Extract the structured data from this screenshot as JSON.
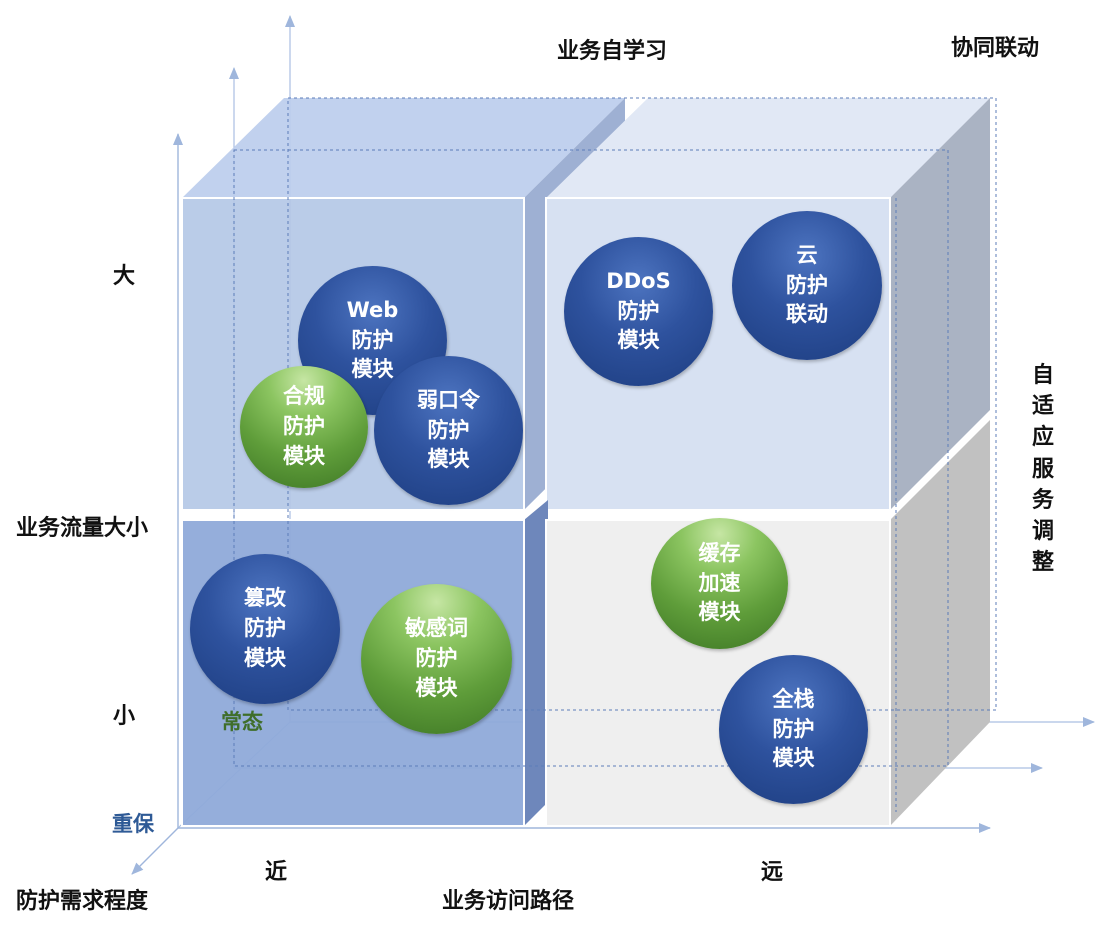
{
  "labels": {
    "top_center": "业务自学习",
    "top_right": "协同联动",
    "y_large": "大",
    "y_axis": "业务流量大小",
    "y_small": "小",
    "z_normal": "常态",
    "z_critical": "重保",
    "z_axis": "防护需求程度",
    "x_near": "近",
    "x_far": "远",
    "x_axis": "业务访问路径",
    "right_vertical": "自适应服务调整"
  },
  "modules": [
    {
      "lines": [
        "Web",
        "防护",
        "模块"
      ],
      "color": "blue"
    },
    {
      "lines": [
        "合规",
        "防护",
        "模块"
      ],
      "color": "green"
    },
    {
      "lines": [
        "弱口令",
        "防护",
        "模块"
      ],
      "color": "blue"
    },
    {
      "lines": [
        "DDoS",
        "防护",
        "模块"
      ],
      "color": "blue"
    },
    {
      "lines": [
        "云",
        "防护",
        "联动"
      ],
      "color": "blue"
    },
    {
      "lines": [
        "篡改",
        "防护",
        "模块"
      ],
      "color": "blue"
    },
    {
      "lines": [
        "敏感词",
        "防护",
        "模块"
      ],
      "color": "green"
    },
    {
      "lines": [
        "缓存",
        "加速",
        "模块"
      ],
      "color": "green"
    },
    {
      "lines": [
        "全栈",
        "防护",
        "模块"
      ],
      "color": "blue"
    }
  ],
  "colors": {
    "module_blue": "#2e529e",
    "module_green": "#6aa843",
    "label_green": "#3f6e2a",
    "label_blue": "#2e5a96",
    "cube_top_left_front": "#b0c4e4",
    "cube_bottom_left_front": "#8faad9",
    "cube_top_right_front": "#d6e0f0",
    "cube_bottom_right_front": "#eeeeee"
  }
}
